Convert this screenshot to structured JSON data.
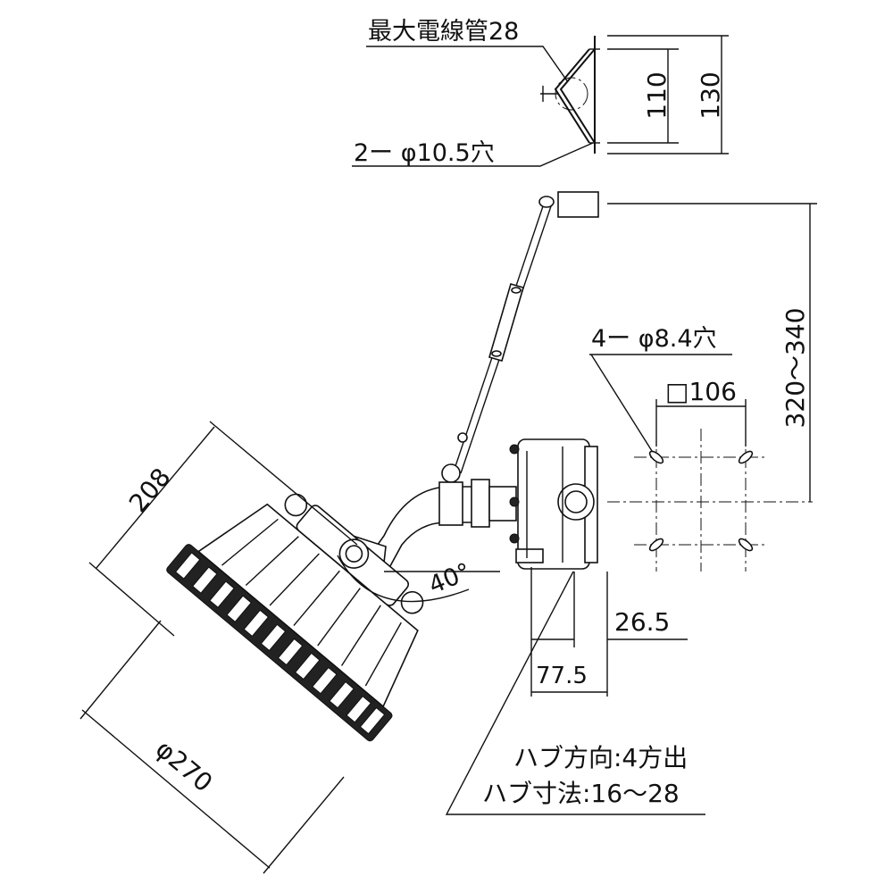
{
  "labels": {
    "max_conduit": "最大電線管28",
    "bracket_holes": "2ー φ10.5穴",
    "dim_110": "110",
    "dim_130": "130",
    "dim_height": "320～340",
    "mount_holes": "4ー φ8.4穴",
    "dim_square": "□106",
    "dim_208": "208",
    "angle": "40°",
    "dim_26_5": "26.5",
    "dim_77_5": "77.5",
    "dim_diameter": "φ270",
    "hub_direction": "ハブ方向:4方出",
    "hub_size": "ハブ寸法:16～28"
  }
}
